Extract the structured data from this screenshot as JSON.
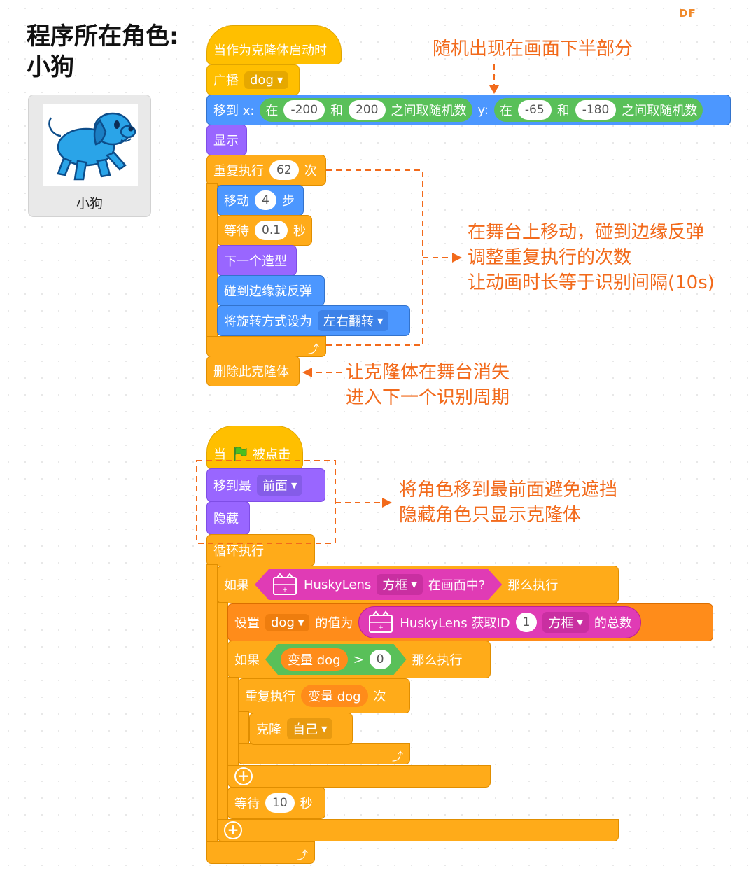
{
  "title_line1": "程序所在角色:",
  "title_line2": "小狗",
  "watermark": "DF",
  "sprite": {
    "name": "小狗"
  },
  "script1": {
    "hat": "当作为克隆体启动时",
    "broadcast": {
      "label": "广播",
      "value": "dog"
    },
    "goto": {
      "label": "移到 x:",
      "rand1": {
        "pre": "在",
        "a": "-200",
        "and": "和",
        "b": "200",
        "post": "之间取随机数"
      },
      "y": "y:",
      "rand2": {
        "pre": "在",
        "a": "-65",
        "and": "和",
        "b": "-180",
        "post": "之间取随机数"
      }
    },
    "show": "显示",
    "repeat": {
      "label": "重复执行",
      "count": "62",
      "unit": "次"
    },
    "move": {
      "label": "移动",
      "steps": "4",
      "unit": "步"
    },
    "wait": {
      "label": "等待",
      "secs": "0.1",
      "unit": "秒"
    },
    "next_costume": "下一个造型",
    "bounce": "碰到边缘就反弹",
    "rotation": {
      "label": "将旋转方式设为",
      "value": "左右翻转"
    },
    "delete_clone": "删除此克隆体"
  },
  "script2": {
    "hat_pre": "当",
    "hat_post": "被点击",
    "goto_layer": {
      "label": "移到最",
      "value": "前面"
    },
    "hide": "隐藏",
    "forever": "循环执行",
    "if1": {
      "label": "如果",
      "ext": "HuskyLens",
      "mode": "方框",
      "post": "在画面中?",
      "then": "那么执行"
    },
    "set": {
      "label": "设置",
      "var": "dog",
      "mid": "的值为",
      "ext": "HuskyLens 获取ID",
      "id": "1",
      "mode": "方框",
      "post": "的总数"
    },
    "if2": {
      "label": "如果",
      "var_label": "变量 dog",
      "op": ">",
      "value": "0",
      "then": "那么执行"
    },
    "repeat": {
      "label": "重复执行",
      "var_label": "变量 dog",
      "unit": "次"
    },
    "clone": {
      "label": "克隆",
      "value": "自己"
    },
    "wait": {
      "label": "等待",
      "secs": "10",
      "unit": "秒"
    }
  },
  "annotations": {
    "random": "随机出现在画面下半部分",
    "move_line1": "在舞台上移动，碰到边缘反弹",
    "move_line2": "调整重复执行的次数",
    "move_line3": "让动画时长等于识别间隔(10s)",
    "clone_line1": "让克隆体在舞台消失",
    "clone_line2": "进入下一个识别周期",
    "front_line1": "将角色移到最前面避免遮挡",
    "front_line2": "隐藏角色只显示克隆体"
  },
  "colors": {
    "annotation": "#f26a1b",
    "events": "#ffbf00",
    "looks": "#9966ff",
    "motion": "#4c97ff",
    "control": "#ffab19",
    "variables": "#ff8c1a",
    "extension": "#e03bb5",
    "operators": "#59c059"
  }
}
